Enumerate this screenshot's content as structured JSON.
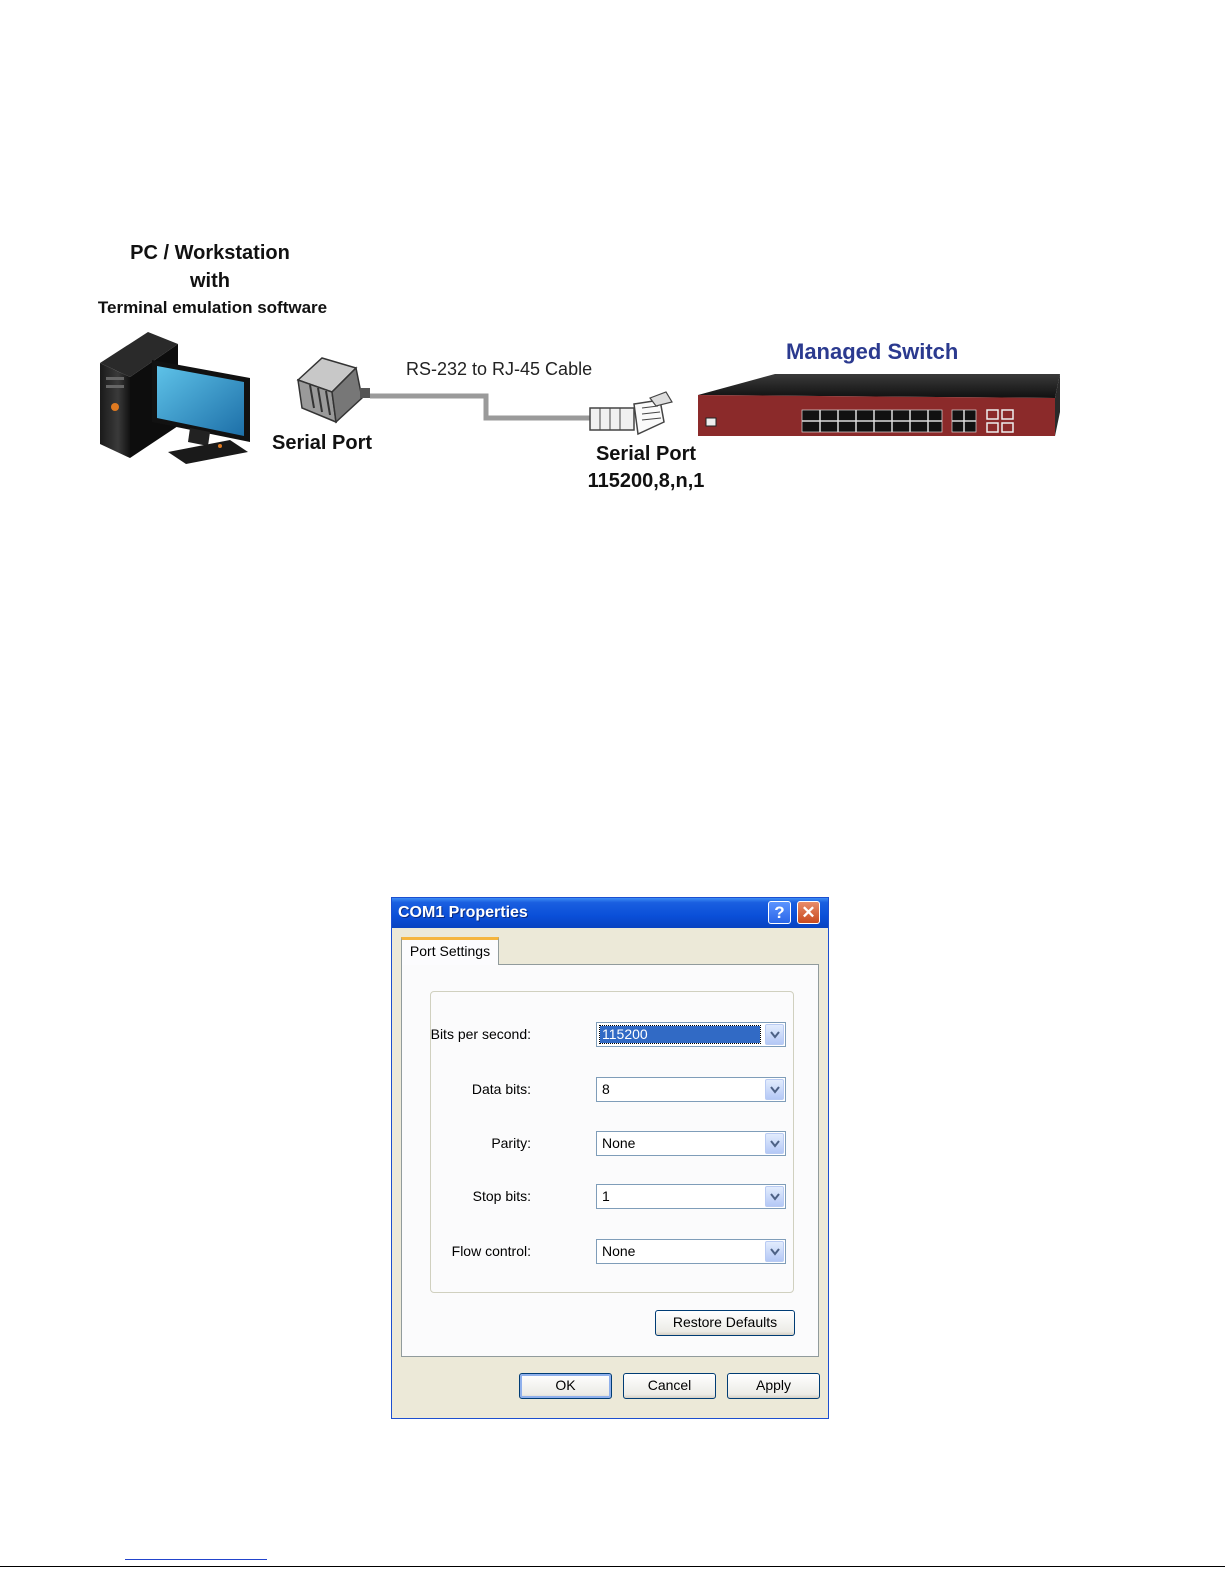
{
  "diagram": {
    "pc_title_line1": "PC / Workstation",
    "pc_title_line2": "with",
    "pc_title_line3": "Terminal emulation software",
    "pc_port_label": "Serial Port",
    "cable_label": "RS-232 to RJ-45 Cable",
    "switch_title": "Managed Switch",
    "switch_port_label": "Serial Port",
    "switch_port_settings": "115200,8,n,1",
    "colors": {
      "switch_title": "#2b3a8f",
      "switch_front": "#8b2a2a"
    }
  },
  "dialog": {
    "title": "COM1 Properties",
    "help_glyph": "?",
    "close_glyph": "✕",
    "tab_label": "Port Settings",
    "fields": [
      {
        "label": "Bits per second:",
        "value": "115200"
      },
      {
        "label": "Data bits:",
        "value": "8"
      },
      {
        "label": "Parity:",
        "value": "None"
      },
      {
        "label": "Stop bits:",
        "value": "1"
      },
      {
        "label": "Flow control:",
        "value": "None"
      }
    ],
    "restore_label": "Restore Defaults",
    "ok_label": "OK",
    "cancel_label": "Cancel",
    "apply_label": "Apply"
  }
}
